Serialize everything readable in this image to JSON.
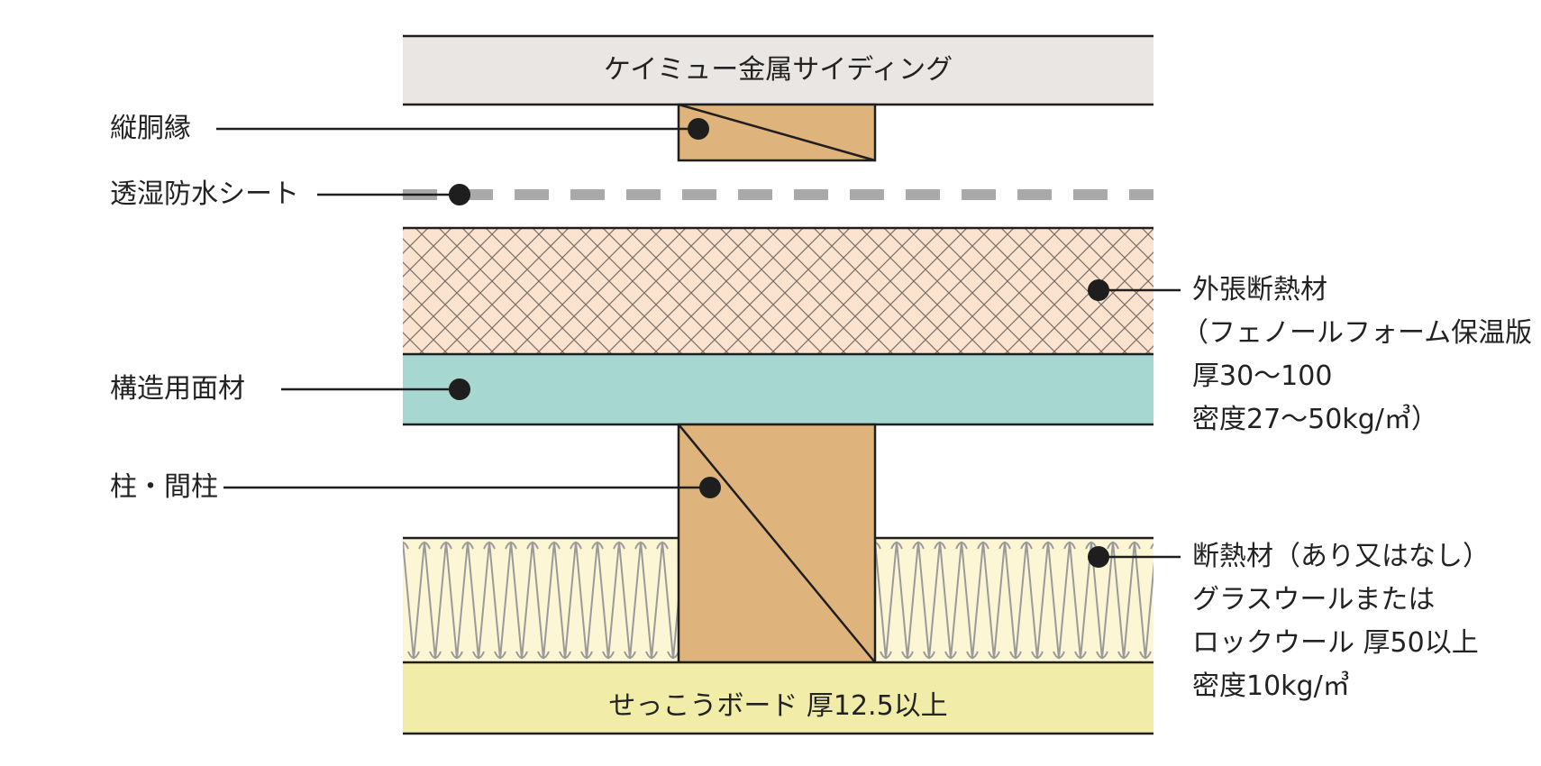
{
  "layers": {
    "siding": "ケイミュー金属サイディング",
    "gypsum_board": "せっこうボード 厚12.5以上"
  },
  "left_labels": {
    "furring_strip": "縦胴縁",
    "membrane": "透湿防水シート",
    "structural_panel": "構造用面材",
    "post": "柱・間柱"
  },
  "right_labels": {
    "exterior_insulation": {
      "line1": "外張断熱材",
      "line2": "（フェノールフォーム保温版",
      "line3": "厚30〜100",
      "line4": "密度27〜50kg/㎥）"
    },
    "cavity_insulation": {
      "line1": "断熱材（あり又はなし）",
      "line2": "グラスウールまたは",
      "line3": "ロックウール 厚50以上",
      "line4": "密度10kg/㎥"
    }
  },
  "colors": {
    "siding": "#e9e6e4",
    "wood": "#deb37c",
    "membrane": "#a9a9a9",
    "exterior_insulation": "#fbe3cf",
    "structural_panel": "#a6d8d1",
    "cavity_insulation": "#fcf6d4",
    "gypsum_board": "#f1eda9",
    "line": "#1e1e1e"
  }
}
